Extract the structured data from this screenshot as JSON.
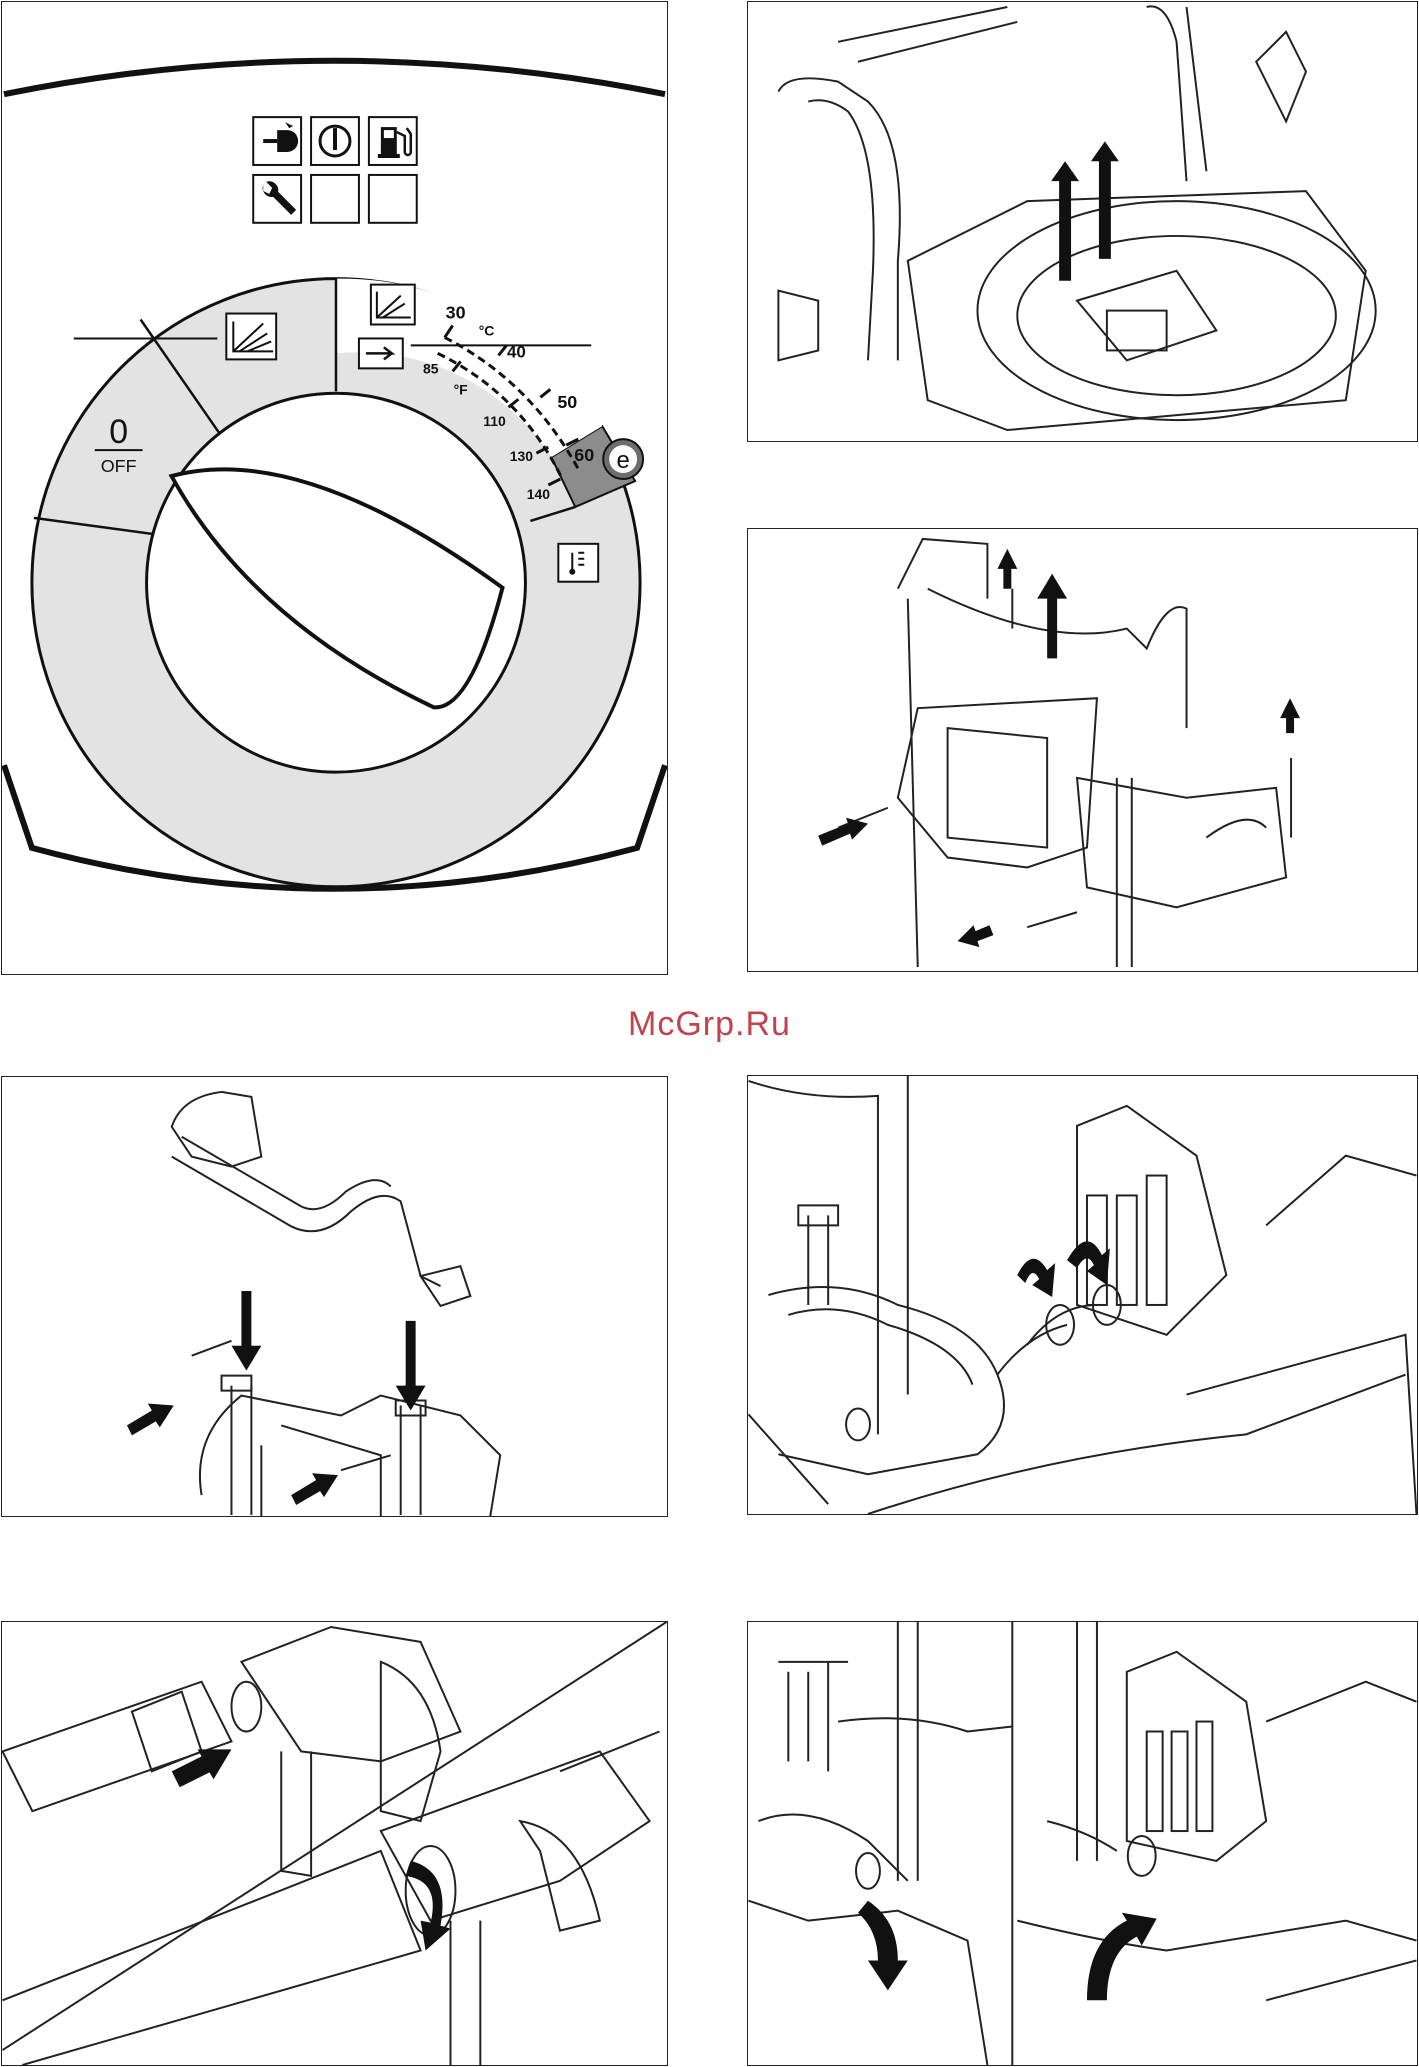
{
  "watermark": "McGrp.Ru",
  "control_panel": {
    "icons": {
      "row1": [
        "power-plug-icon",
        "power-on-icon",
        "fuel-pump-icon"
      ],
      "row2": [
        "wrench-icon",
        "blank-slot",
        "blank-slot"
      ]
    },
    "dial": {
      "off_number": "0",
      "off_label": "OFF",
      "celsius_unit": "°C",
      "fahrenheit_unit": "°F",
      "celsius_ticks": [
        "30",
        "40",
        "50",
        "60"
      ],
      "fahrenheit_ticks": [
        "85",
        "110",
        "130",
        "140"
      ],
      "eco_badge": "e"
    },
    "colors": {
      "segment_fill": "#e3e3e3",
      "eco_zone": "#8c8c8c",
      "line": "#111111"
    }
  }
}
